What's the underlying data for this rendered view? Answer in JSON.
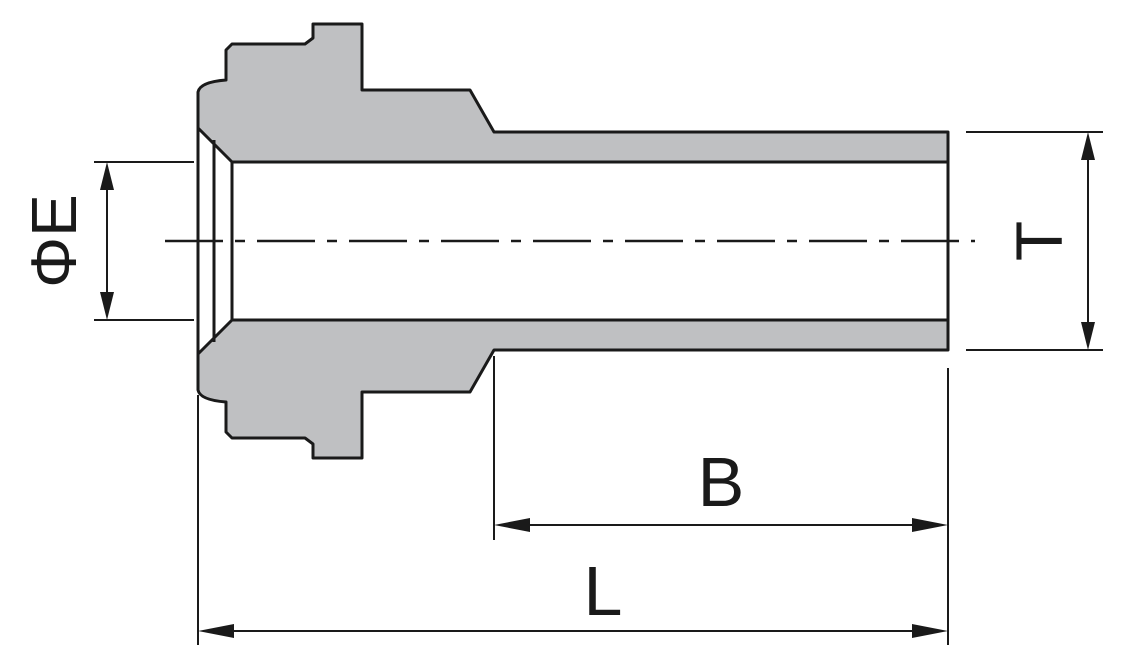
{
  "diagram": {
    "labels": {
      "bore_diameter": "ΦE",
      "tube_diameter": "T",
      "tube_length": "B",
      "overall_length": "L"
    },
    "colors": {
      "section_fill": "#bfc0c2",
      "line": "#1a1a1a"
    }
  }
}
